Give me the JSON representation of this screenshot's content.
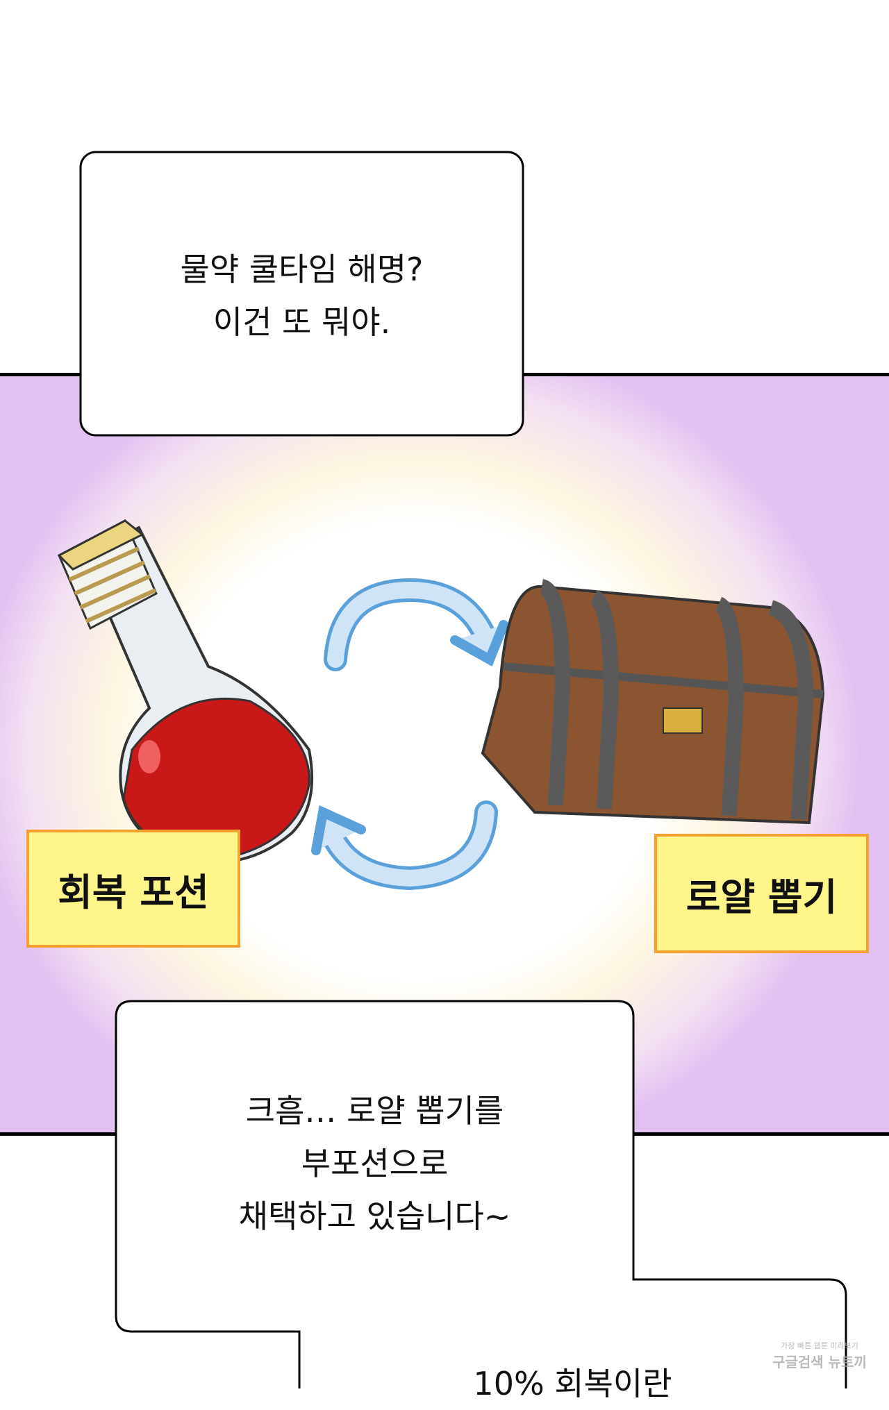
{
  "bubble1": {
    "line1": "물약 쿨타임 해명?",
    "line2": "이건 또 뭐야."
  },
  "labels": {
    "potion": "회복 포션",
    "chest": "로얄 뽑기"
  },
  "bubble2": {
    "line1": "크흠… 로얄 뽑기를",
    "line2": "부포션으로",
    "line3": "채택하고 있습니다~"
  },
  "bubble3": {
    "line1": "10% 회복이란"
  },
  "watermark": {
    "line1": "가장 빠른 웹툰 미리보기",
    "line2": "구글검색 뉴토끼"
  }
}
